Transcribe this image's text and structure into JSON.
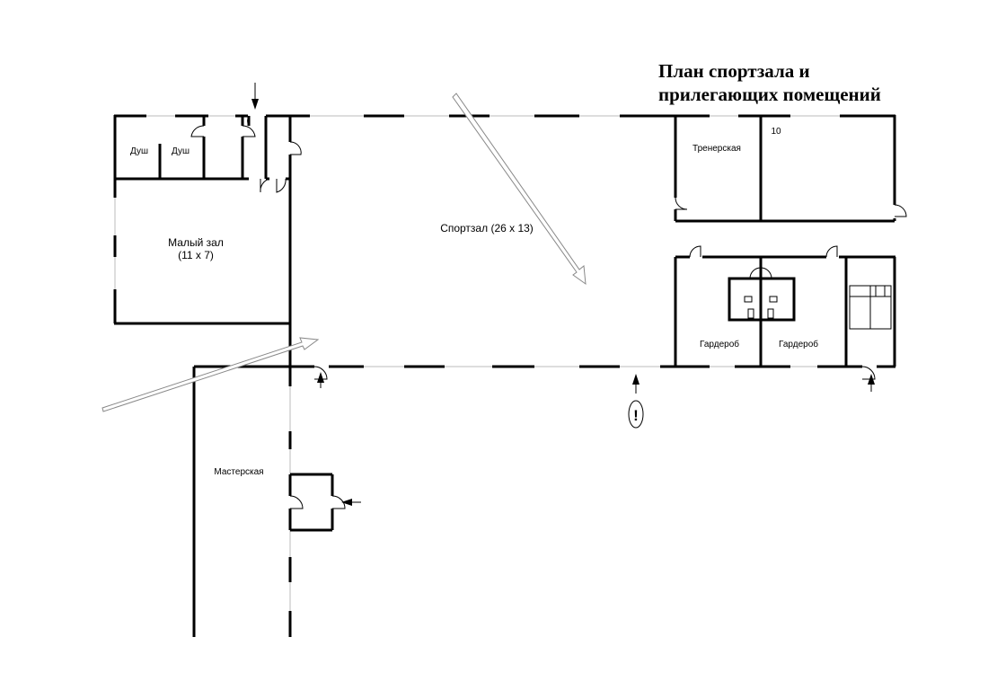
{
  "plan": {
    "title_line1": "План спортзала и",
    "title_line2": "прилегающих помещений",
    "rooms": {
      "shower1": "Душ",
      "shower2": "Душ",
      "small_hall_name": "Малый зал",
      "small_hall_size": "(11 x 7)",
      "gym": "Спортзал (26 x 13)",
      "coach_room": "Тренерская",
      "room10": "10",
      "wardrobe1": "Гардероб",
      "wardrobe2": "Гардероб",
      "workshop": "Мастерская"
    },
    "marker_symbol": "!"
  }
}
